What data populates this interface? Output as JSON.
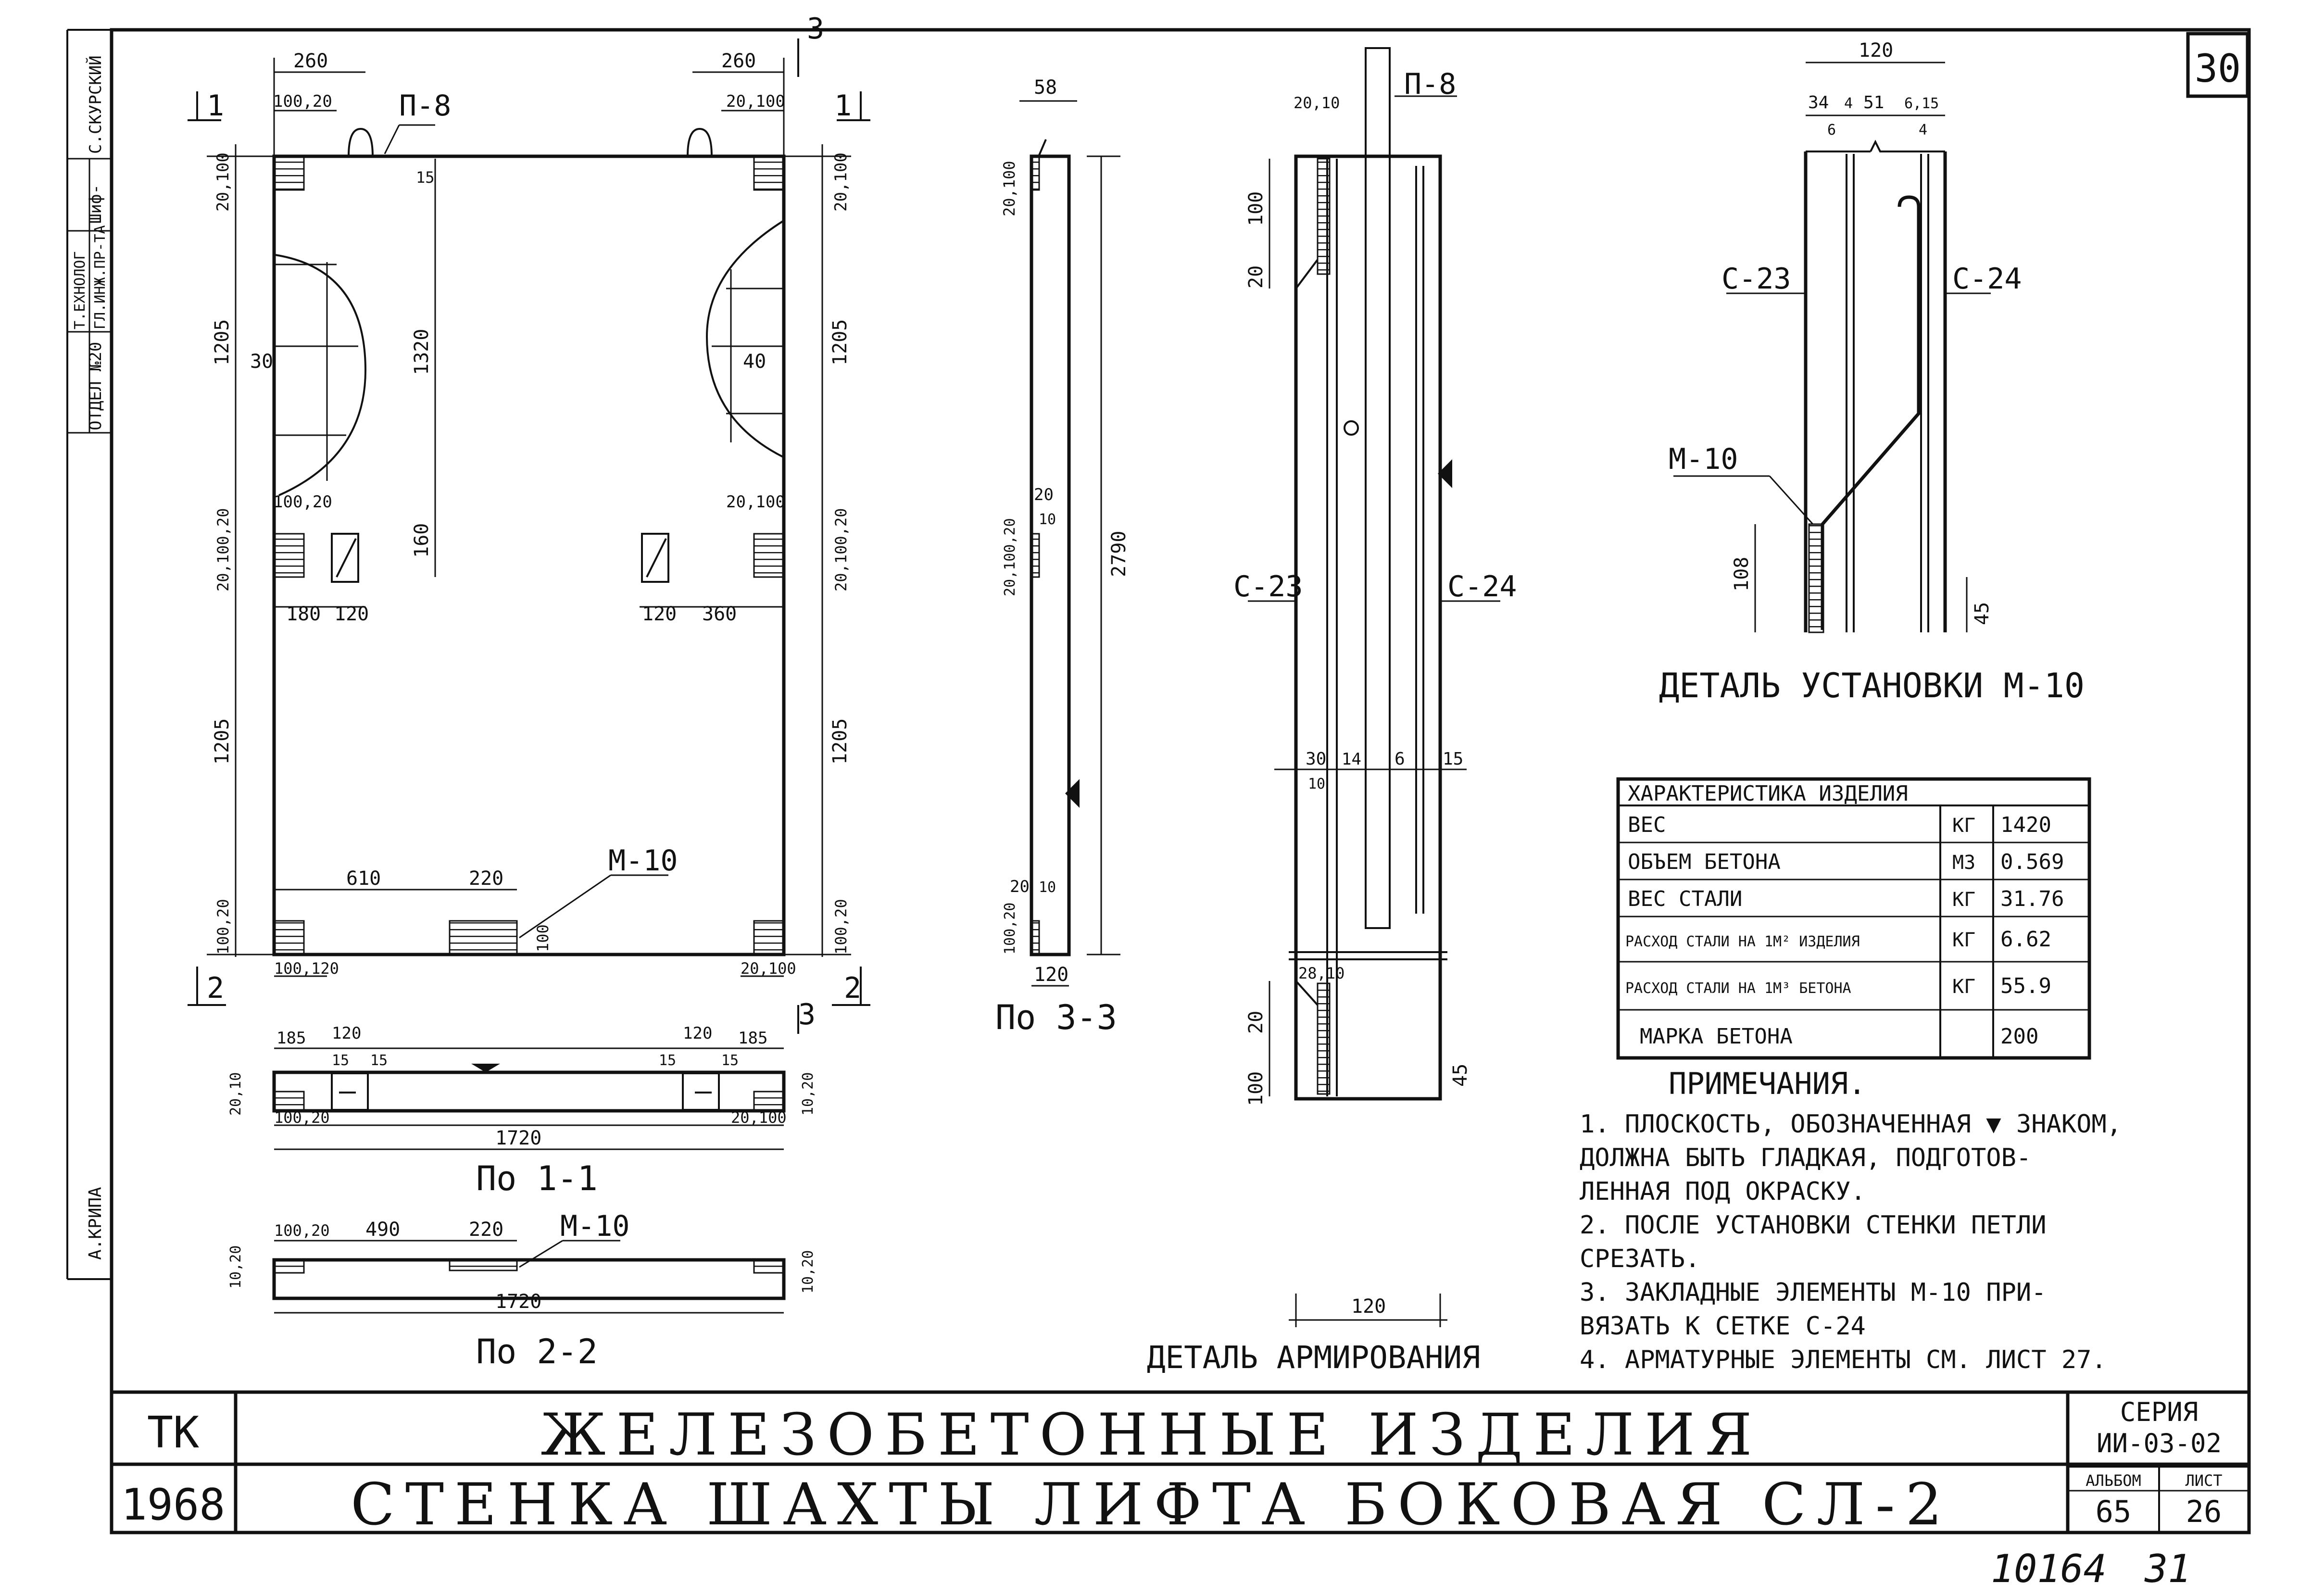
{
  "sheet": {
    "corner_number": "30",
    "stamp_number": "10164",
    "stamp_sheet": "31"
  },
  "side_stamp": {
    "dept": "ОТДЕЛ №20",
    "role1": "Т.ЕХНОЛОГ",
    "role2": "ГЛ.ИНЖ.ПР-ТА",
    "sign": "Шиф-",
    "name1": "С.СКУРСКИЙ",
    "name2": "А.КРИПА"
  },
  "views": {
    "section_1_1": "По 1-1",
    "section_2_2": "По 2-2",
    "section_3_3": "По 3-3",
    "reinforcement": "ДЕТАЛЬ АРМИРОВАНИЯ",
    "m10_detail": "ДЕТАЛЬ УСТАНОВКИ  М-10"
  },
  "labels": {
    "loop": "П-8",
    "loop2": "П-8",
    "embed": "М-10",
    "embed2": "М-10",
    "embed3": "М-10",
    "mesh_c23": "С-23",
    "mesh_c24": "С-24",
    "mesh_c23_b": "С-23",
    "mesh_c24_b": "С-24",
    "cut1": "1",
    "cut1b": "1",
    "cut2": "2",
    "cut2b": "2",
    "cut3": "3",
    "cut3b": "3"
  },
  "dims": {
    "w260a": "260",
    "w260b": "260",
    "d100_20a": "100,20",
    "d20_100a": "20,100",
    "d15": "15",
    "h20_100a": "20,100",
    "h20_100b": "20,100",
    "h1205a": "1205",
    "h1205b": "1205",
    "h1205c": "1205",
    "h1205d": "1205",
    "h1320": "1320",
    "d30": "30",
    "d40": "40",
    "d100_20b": "100,20",
    "d20_100b": "20,100",
    "h20_100_20a": "20,100,20",
    "h20_100_20b": "20,100,20",
    "h160": "160",
    "d180": "180",
    "d120a": "120",
    "d120b": "120",
    "d360": "360",
    "d610": "610",
    "d220": "220",
    "d100": "100",
    "h100_20a": "100,20",
    "h100_20b": "100,20",
    "d100_120": "100,120",
    "d20_100c": "20,100",
    "s58": "58",
    "s20_100a": "20,100",
    "s20": "20",
    "s10": "10",
    "s20_100_20": "20,100,20",
    "s2790": "2790",
    "s20b": "20",
    "s10b": "10",
    "s100_20": "100,20",
    "s120": "120",
    "p185a": "185",
    "p120a": "120",
    "p15a": "15",
    "p15b": "15",
    "p120b": "120",
    "p185b": "185",
    "p15c": "15",
    "p15d": "15",
    "p20_10": "20,10",
    "p100_20": "100,20",
    "p20_100": "20,100",
    "p10_20": "10,20",
    "p1720a": "1720",
    "q100_20": "100,20",
    "q490": "490",
    "q220": "220",
    "q10_20": "10,20",
    "q10_20b": "10,20",
    "q1720": "1720",
    "r2010": "20,10",
    "r100": "100",
    "r20": "20",
    "r30": "30",
    "r14": "14",
    "r10": "10",
    "r6": "6",
    "r15": "15",
    "r2810": "28,10",
    "r20b": "20",
    "r100b": "100",
    "r45": "45",
    "r120": "120",
    "m120": "120",
    "m34": "34",
    "m4": "4",
    "m51": "51",
    "m6_15": "6,15",
    "m6": "6",
    "m4b": "4",
    "m108": "108",
    "m45": "45"
  },
  "spec_table": {
    "title": "ХАРАКТЕРИСТИКА  ИЗДЕЛИЯ",
    "rows": [
      {
        "name": "ВЕС",
        "unit": "КГ",
        "value": "1420"
      },
      {
        "name": "ОБЪЕМ  БЕТОНА",
        "unit": "М3",
        "value": "0.569"
      },
      {
        "name": "ВЕС  СТАЛИ",
        "unit": "КГ",
        "value": "31.76"
      },
      {
        "name": "РАСХОД СТАЛИ НА 1М² ИЗДЕЛИЯ",
        "unit": "КГ",
        "value": "6.62"
      },
      {
        "name": "РАСХОД СТАЛИ НА 1М³ БЕТОНА",
        "unit": "КГ",
        "value": "55.9"
      },
      {
        "name": "МАРКА  БЕТОНА",
        "unit": "",
        "value": "200"
      }
    ]
  },
  "notes": {
    "title": "ПРИМЕЧАНИЯ.",
    "lines": [
      "1. ПЛОСКОСТЬ, ОБОЗНАЧЕННАЯ ▼ ЗНАКОМ,",
      "   ДОЛЖНА БЫТЬ ГЛАДКАЯ, ПОДГОТОВ-",
      "   ЛЕННАЯ ПОД ОКРАСКУ.",
      "2. ПОСЛЕ УСТАНОВКИ СТЕНКИ ПЕТЛИ",
      "   СРЕЗАТЬ.",
      "3. ЗАКЛАДНЫЕ ЭЛЕМЕНТЫ М-10 ПРИ-",
      "   ВЯЗАТЬ К СЕТКЕ С-24",
      "4. АРМАТУРНЫЕ ЭЛЕМЕНТЫ СМ. ЛИСТ 27."
    ]
  },
  "title_block": {
    "org": "ТК",
    "year": "1968",
    "title": "ЖЕЛЕЗОБЕТОННЫЕ ИЗДЕЛИЯ",
    "subtitle": "СТЕНКА ШАХТЫ ЛИФТА БОКОВАЯ СЛ-2",
    "series_label": "СЕРИЯ",
    "series_value": "ИИ-03-02",
    "album_label": "АЛЬБОМ",
    "album_value": "65",
    "sheet_label": "ЛИСТ",
    "sheet_value": "26"
  }
}
